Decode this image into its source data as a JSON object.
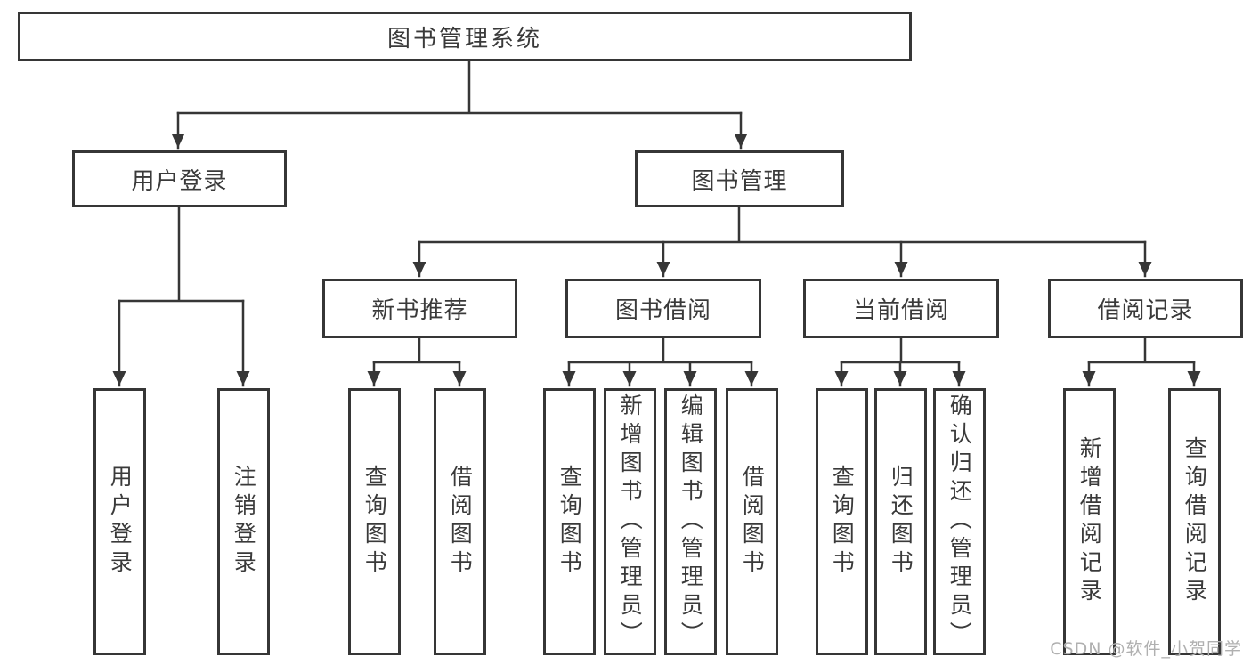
{
  "colors": {
    "background": "#ffffff",
    "line": "#363636",
    "text": "#3a3a3a",
    "watermark": "#b0b0b0"
  },
  "tree": {
    "root": "图书管理系统",
    "branches": [
      {
        "label": "用户登录",
        "leaves": [
          "用户登录",
          "注销登录"
        ]
      },
      {
        "label": "图书管理",
        "groups": [
          {
            "label": "新书推荐",
            "leaves": [
              "查询图书",
              "借阅图书"
            ]
          },
          {
            "label": "图书借阅",
            "leaves": [
              "查询图书",
              "新增图书（管理员）",
              "编辑图书（管理员）",
              "借阅图书"
            ]
          },
          {
            "label": "当前借阅",
            "leaves": [
              "查询图书",
              "归还图书",
              "确认归还（管理员）"
            ]
          },
          {
            "label": "借阅记录",
            "leaves": [
              "新增借阅记录",
              "查询借阅记录"
            ]
          }
        ]
      }
    ]
  },
  "watermark": "CSDN @软件_小贺同学"
}
